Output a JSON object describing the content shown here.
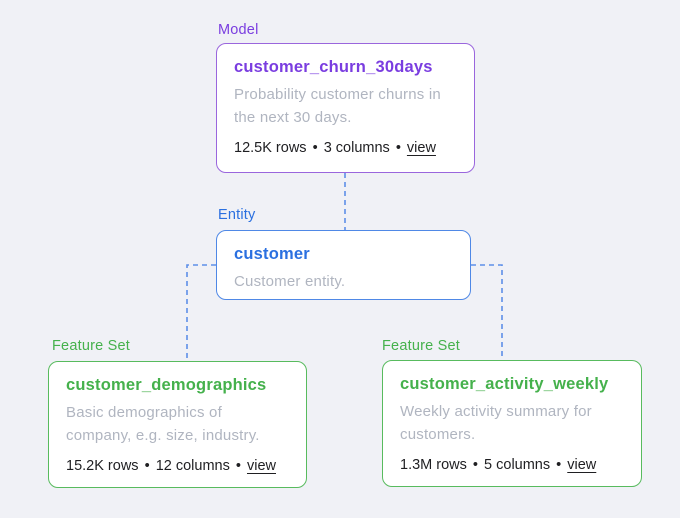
{
  "diagram": {
    "model": {
      "type_label": "Model",
      "title": "customer_churn_30days",
      "description_lines": [
        "Probability customer churns in",
        "the next 30 days."
      ],
      "stats": {
        "rows": "12.5K rows",
        "separator": "•",
        "columns": "3 columns",
        "link": "view"
      }
    },
    "entity": {
      "type_label": "Entity",
      "title": "customer",
      "description_lines": [
        "Customer entity."
      ]
    },
    "feature_set_left": {
      "type_label": "Feature Set",
      "title": "customer_demographics",
      "description_lines": [
        "Basic demographics of",
        "company, e.g. size, industry."
      ],
      "stats": {
        "rows": "15.2K rows",
        "separator": "•",
        "columns": "12 columns",
        "link": "view"
      }
    },
    "feature_set_right": {
      "type_label": "Feature Set",
      "title": "customer_activity_weekly",
      "description_lines": [
        "Weekly activity summary for",
        "customers."
      ],
      "stats": {
        "rows": "1.3M rows",
        "separator": "•",
        "columns": "5 columns",
        "link": "view"
      }
    },
    "colors": {
      "model": "#7a3de0",
      "model_border": "#9a66dd",
      "entity": "#2b70e0",
      "entity_border": "#4f88e6",
      "feature_set": "#45b14c",
      "feature_set_border": "#58bb5e",
      "connector": "#5e8fe8",
      "description_text": "#b0b5c0",
      "stats_text": "#1f1f22",
      "card_background": "#ffffff",
      "background": "#f0f1f6"
    }
  }
}
